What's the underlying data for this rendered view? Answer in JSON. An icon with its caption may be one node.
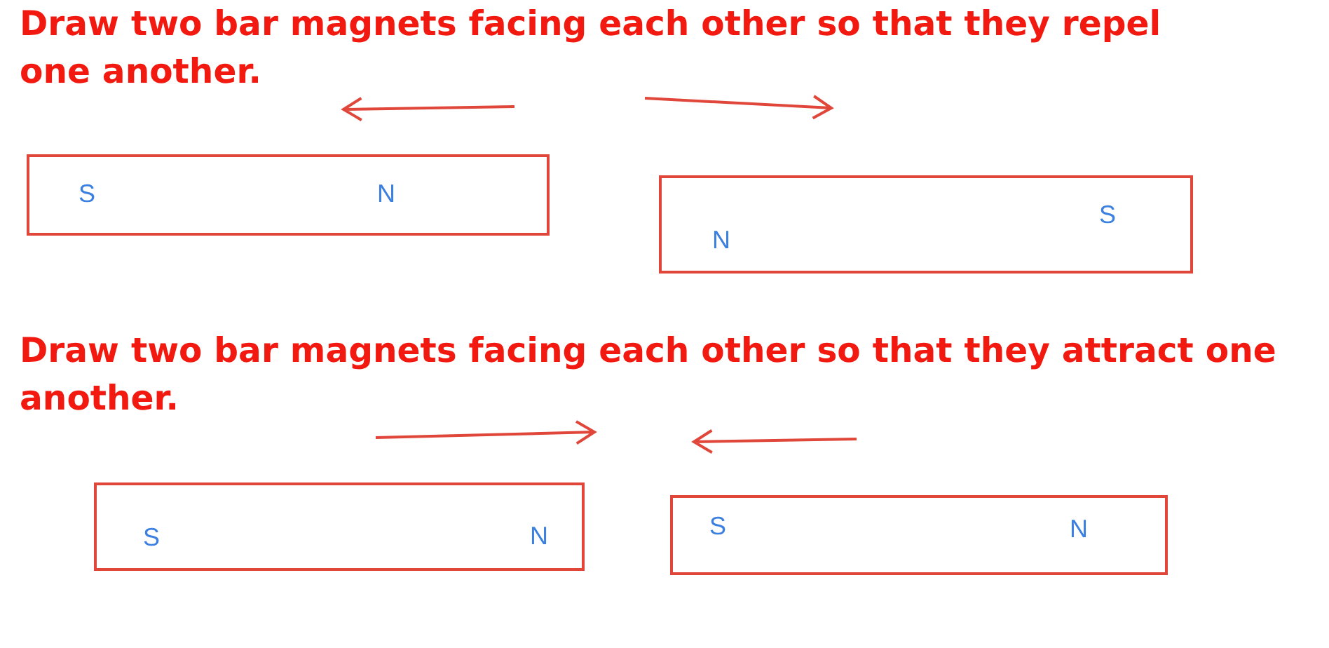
{
  "diagram": {
    "nodes": [
      {
        "text": [
          "S",
          "N"
        ]
      },
      {
        "text": [
          "N",
          "S"
        ]
      },
      {
        "text": [
          "S",
          "N"
        ]
      },
      {
        "text": [
          "S",
          "N"
        ]
      }
    ],
    "labels": [
      "Draw two bar magnets facing each other so that they repel one another.",
      "Draw two bar magnets facing each other so that they attract one another."
    ]
  }
}
